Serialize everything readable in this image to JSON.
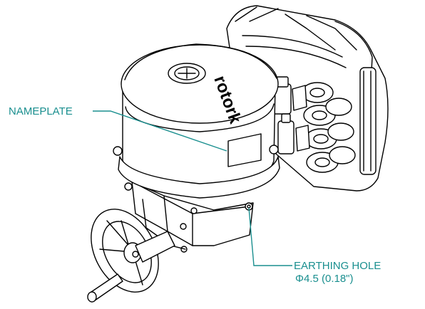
{
  "callouts": {
    "nameplate": "NAMEPLATE",
    "earthing_hole": "EARTHING HOLE",
    "earthing_hole_size": "Φ4.5 (0.18\")"
  },
  "logo_text": "rotork",
  "colors": {
    "callout": "#1a8f8f",
    "line": "#000000",
    "background": "#ffffff"
  }
}
